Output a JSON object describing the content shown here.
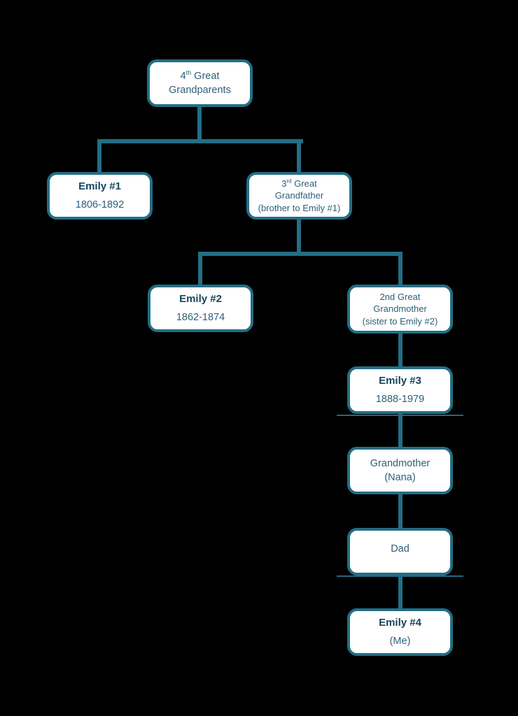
{
  "palette": {
    "background": "#000000",
    "line_teal": "#236e85",
    "divider_teal": "#1e6a80",
    "box_background": "#ffffff",
    "text_regular": "#2e5f78",
    "text_bold": "#16455e"
  },
  "tree": {
    "nodes": {
      "gg4": {
        "line1_num": "4",
        "line1_sup": "th",
        "line1_rest": " Great",
        "line2": "Grandparents"
      },
      "emily1": {
        "name": "Emily #1",
        "dates": "1806-1892"
      },
      "ggf3": {
        "line1_num": "3",
        "line1_sup": "rd",
        "line1_rest": " Great",
        "line2": "Grandfather",
        "line3": "(brother to Emily #1)"
      },
      "emily2": {
        "name": "Emily #2",
        "dates": "1862-1874"
      },
      "ggm2": {
        "line1": "2nd Great",
        "line2": "Grandmother",
        "line3": "(sister to Emily #2)"
      },
      "emily3": {
        "name": "Emily #3",
        "dates": "1888-1979"
      },
      "grandmother": {
        "line1": "Grandmother",
        "line2": "(Nana)"
      },
      "dad": {
        "line1": "Dad"
      },
      "emily4": {
        "name": "Emily #4",
        "dates": "(Me)"
      }
    }
  }
}
